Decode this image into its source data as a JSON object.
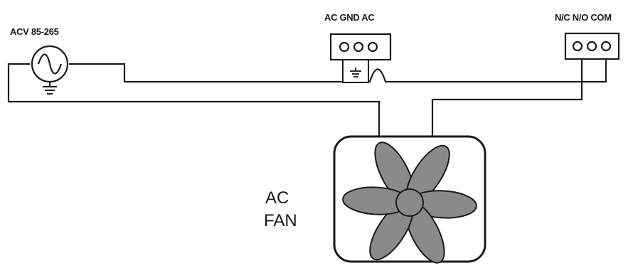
{
  "source_label": "ACV 85-265",
  "power_terminal_label": "AC GND AC",
  "relay_terminal_label": "N/C N/O COM",
  "fan_label_line1": "AC",
  "fan_label_line2": "FAN",
  "colors": {
    "line": "#1a1a1a",
    "blade": "#8a8a8a",
    "background": "#ffffff"
  },
  "icons": [
    "ac-source-icon",
    "ground-icon",
    "terminal-screw-icon",
    "fan-icon"
  ]
}
